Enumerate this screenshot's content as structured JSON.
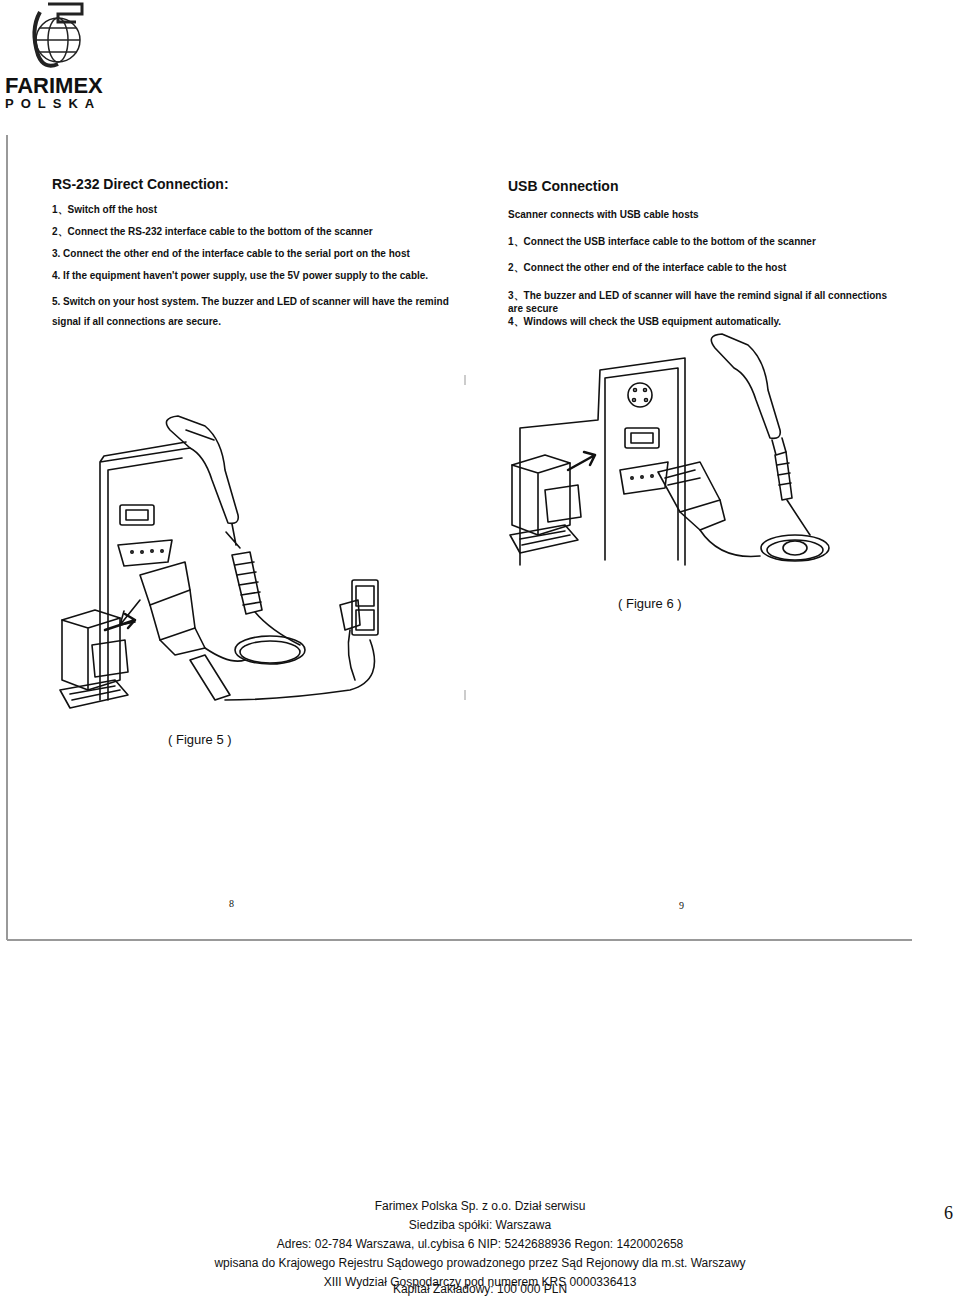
{
  "diagram": {
    "labels": [
      "FARIMEX",
      "POLSKA",
      "RS-232 Direct Connection:",
      "1、Switch off the host",
      "2、Connect the RS-232 interface cable to the bottom of the scanner",
      "3. Connect the other end of the interface cable to the serial port on the host",
      "4. If the equipment haven't power supply, use the 5V power supply to the cable.",
      "5. Switch on your host system. The buzzer and LED of scanner will have the remind signal if all connections are secure.",
      "( Figure 5 )",
      "8",
      "USB Connection",
      "Scanner connects with USB cable hosts",
      "1、Connect the USB interface cable to the bottom of the scanner",
      "2、Connect the other end of the interface cable to the host",
      "3、The buzzer and LED of scanner will have the remind signal if all connections are secure",
      "4、Windows will check the USB equipment automatically.",
      "( Figure 6 )",
      "9",
      "Farimex Polska Sp. z o.o. Dział serwisu",
      "Siedziba spółki: Warszawa",
      "Adres: 02-784 Warszawa, ul.cybisa 6 NIP: 5242688936 Regon: 1420002658",
      "wpisana do Krajowego Rejestru Sądowego prowadzonego przez Sąd Rejonowy dla m.st. Warszawy",
      "XIII Wydział Gospodarczy pod numerem KRS 0000336413",
      "Kapitał Zakładowy: 100 000 PLN",
      "6"
    ]
  }
}
